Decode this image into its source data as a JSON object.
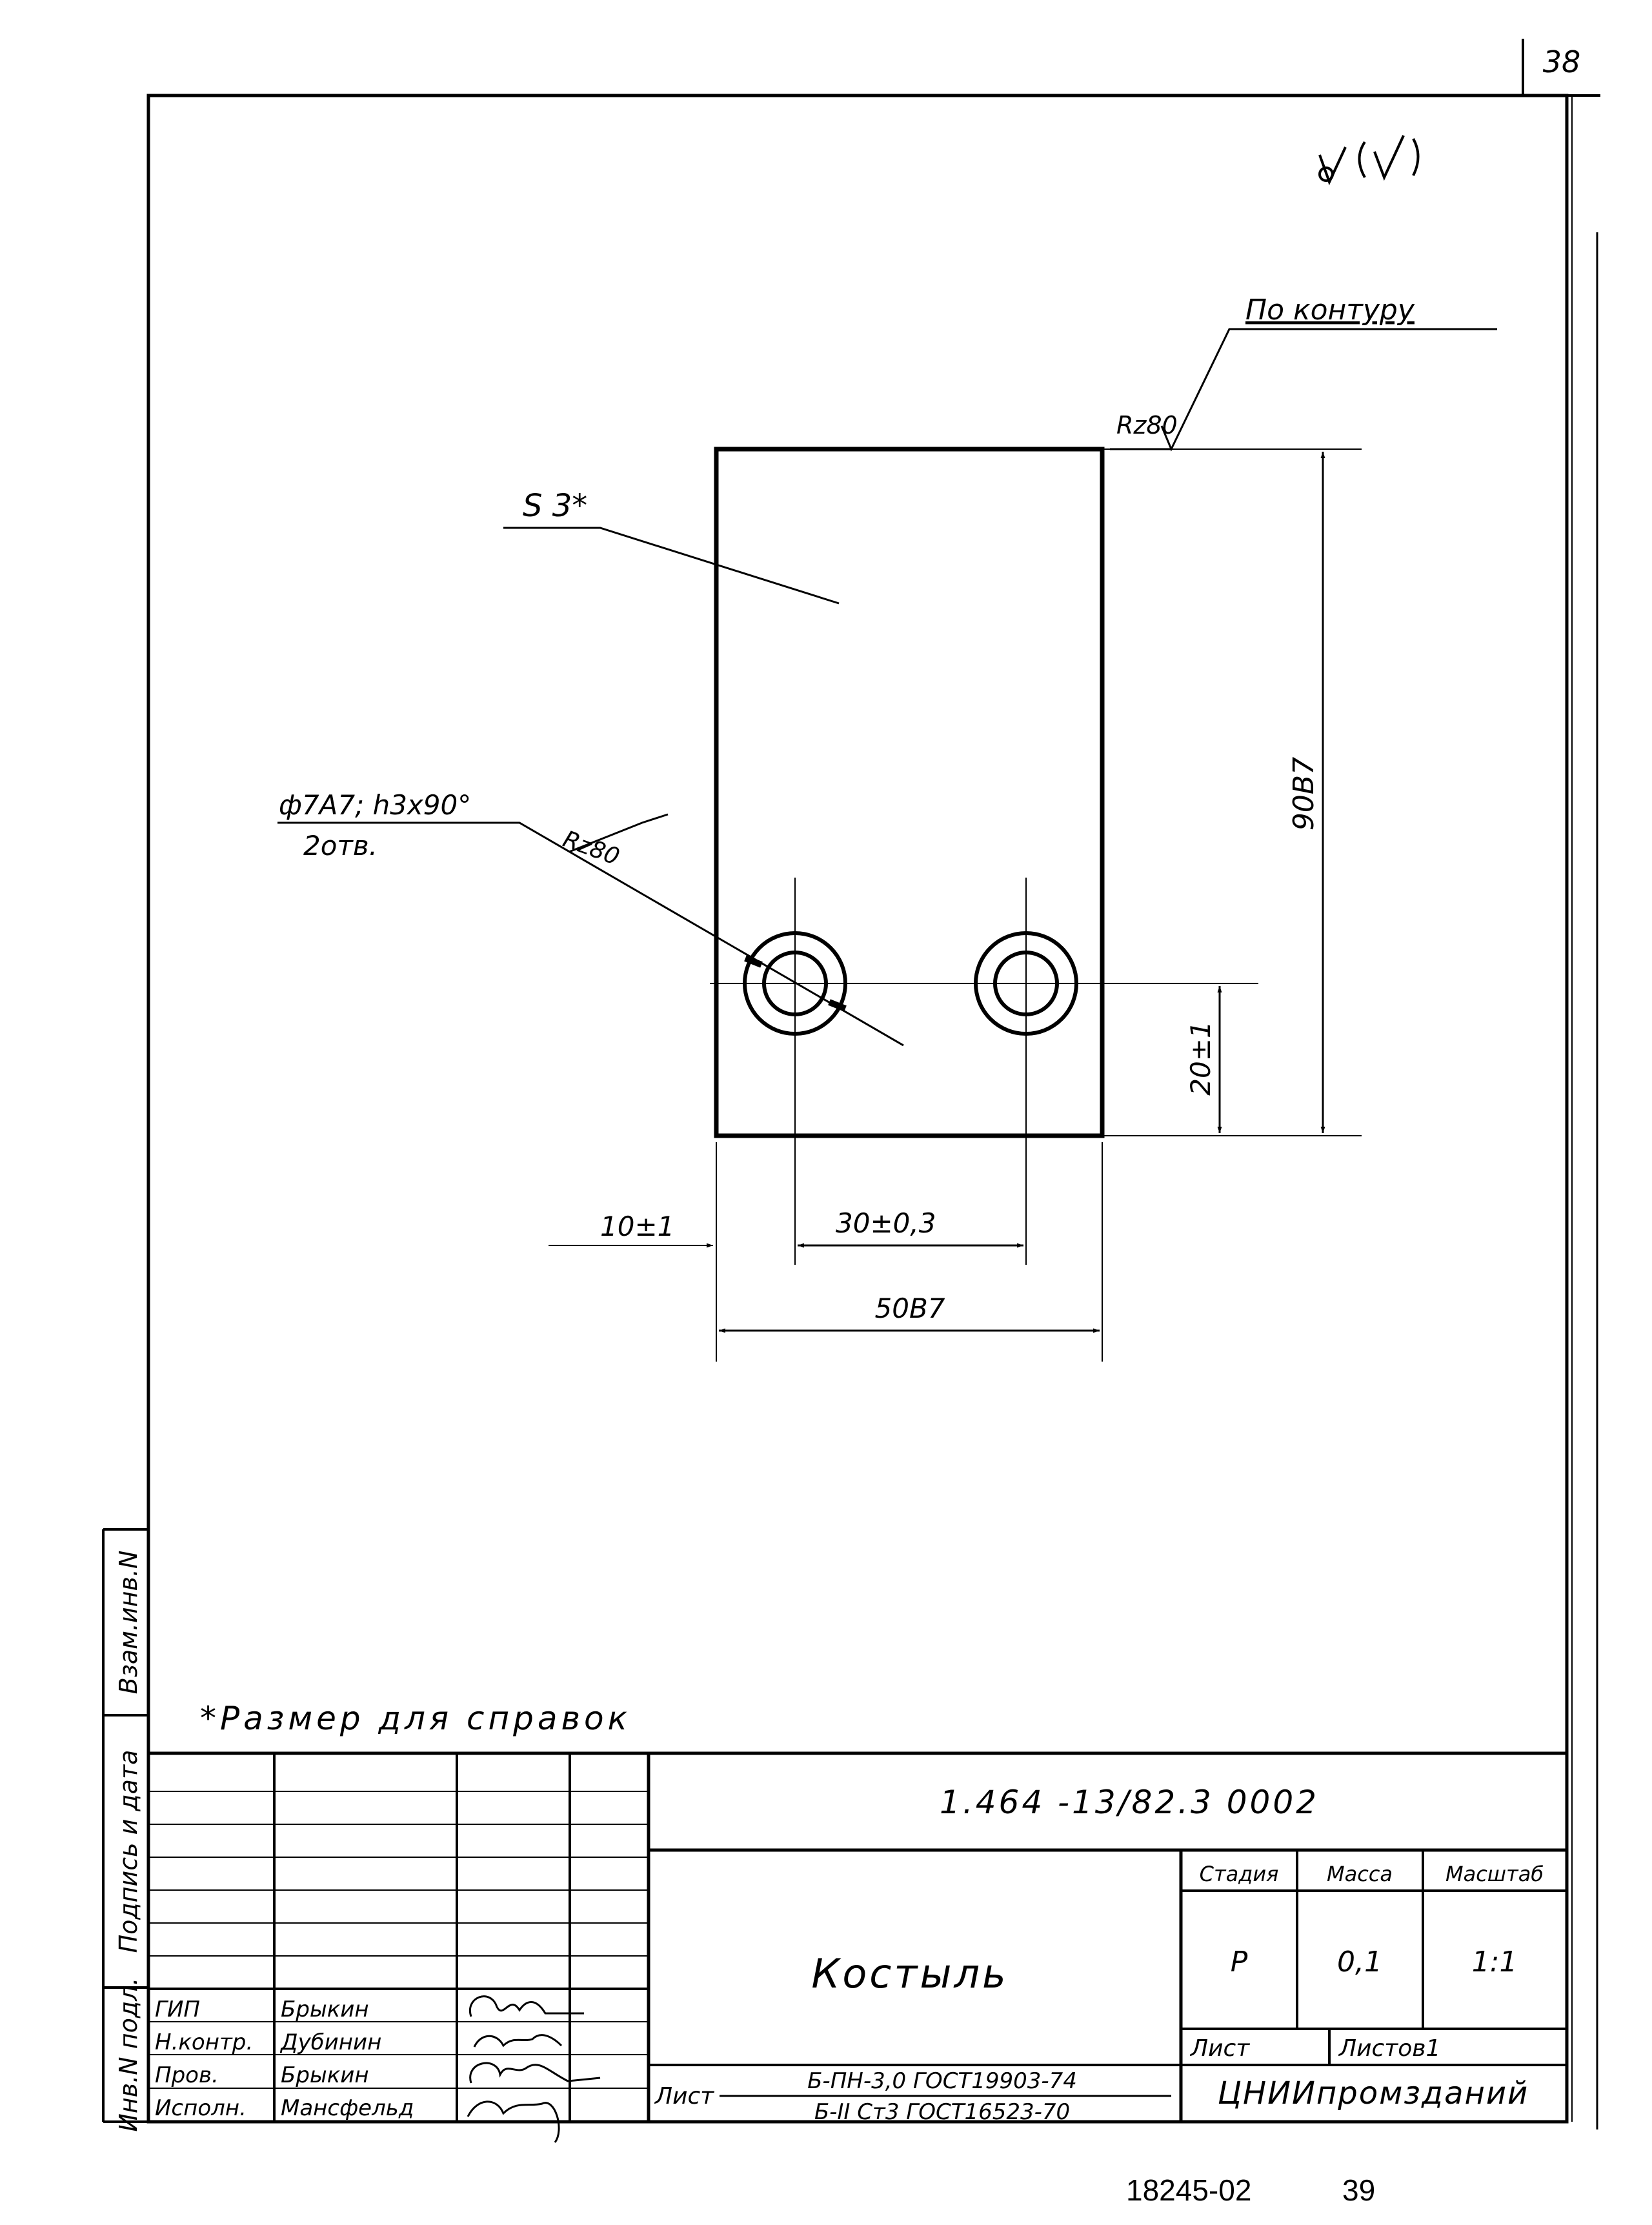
{
  "sheet": {
    "corner_number": "38",
    "footer_left": "18245-02",
    "footer_right": "39"
  },
  "drawing": {
    "surface_note": "Rz80",
    "contour_note": "По контуру",
    "thickness_note": "S 3*",
    "hole_note_line1": "ф7А7; h3x90°",
    "hole_note_line2": "2отв.",
    "hole_roughness": "Rz80",
    "dim_height": "90В7",
    "dim_hole_offset_vertical": "20±1",
    "dim_hole_offset_horizontal": "10±1",
    "dim_hole_spacing": "30±0,3",
    "dim_width": "50В7",
    "reference_note": "*Размер для справок"
  },
  "side_stamp": {
    "inv_no_orig": "Инв.N подл.",
    "sign_date": "Подпись и дата",
    "replace_inv": "Взам.инв.N"
  },
  "title_block": {
    "designation": "1.464 -13/82.3 0002",
    "name": "Костыль",
    "stage_header": "Стадия",
    "mass_header": "Масса",
    "scale_header": "Масштаб",
    "stage": "Р",
    "mass": "0,1",
    "scale": "1:1",
    "sheet_label": "Лист",
    "sheets_label": "Листов1",
    "organization": "ЦНИИпромзданий",
    "material_prefix": "Лист",
    "material_top": "Б-ПН-3,0 ГОСТ19903-74",
    "material_bottom": "Б-II Ст3 ГОСТ16523-70",
    "people": [
      {
        "role": "ГИП",
        "name": "Брыкин"
      },
      {
        "role": "Н.контр.",
        "name": "Дубинин"
      },
      {
        "role": "Пров.",
        "name": "Брыкин"
      },
      {
        "role": "Исполн.",
        "name": "Мансфельд"
      }
    ]
  }
}
